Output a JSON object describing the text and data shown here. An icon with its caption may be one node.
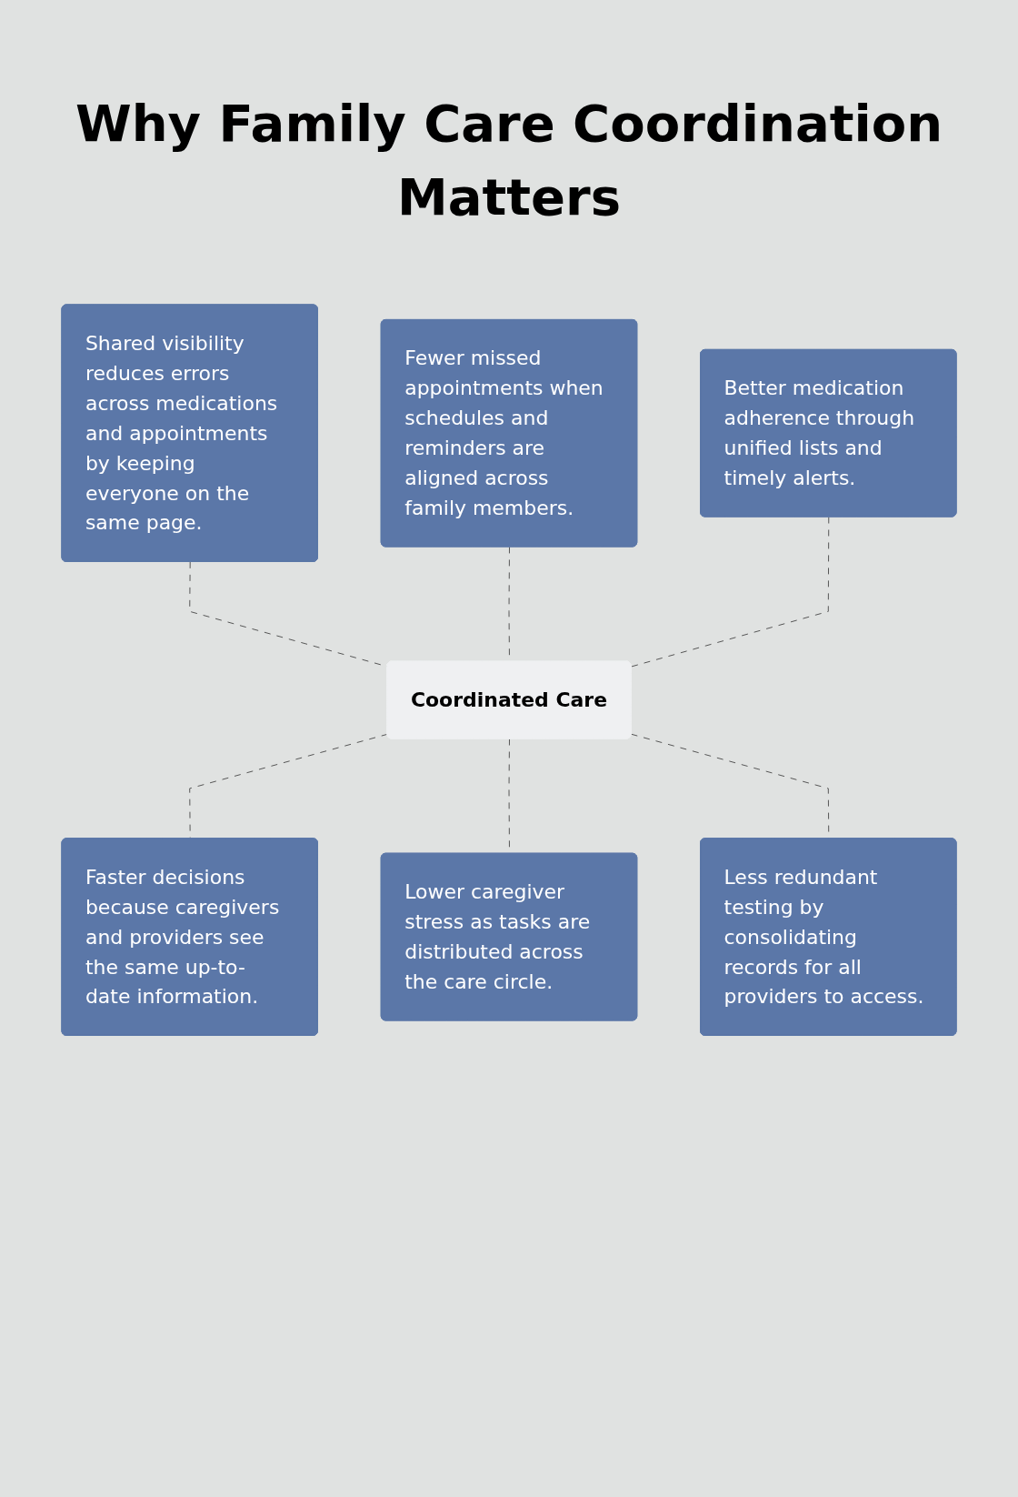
{
  "diagram": {
    "title": "Why Family Care Coordination Matters",
    "nodes": [
      {
        "text": [
          "Shared visibility reduces errors across medications and appointments by keeping everyone on the same page."
        ]
      },
      {
        "text": [
          "Fewer missed appointments when schedules and reminders are aligned across family members."
        ]
      },
      {
        "text": [
          "Better medication adherence through unified lists and timely alerts."
        ]
      },
      {
        "text": [
          "Coordinated Care"
        ]
      },
      {
        "text": [
          "Faster decisions because caregivers and providers see the same up-to-date information."
        ]
      },
      {
        "text": [
          "Lower caregiver stress as tasks are distributed across the care circle."
        ]
      },
      {
        "text": [
          "Less redundant testing by consolidating records for all providers to access."
        ]
      }
    ],
    "edges": [
      {
        "from": 0,
        "to": 3,
        "arrow": "none",
        "style": "dashed"
      },
      {
        "from": 1,
        "to": 3,
        "arrow": "none",
        "style": "dashed"
      },
      {
        "from": 2,
        "to": 3,
        "arrow": "none",
        "style": "dashed"
      },
      {
        "from": 3,
        "to": 4,
        "arrow": "none",
        "style": "dashed"
      },
      {
        "from": 3,
        "to": 5,
        "arrow": "none",
        "style": "dashed"
      },
      {
        "from": 3,
        "to": 6,
        "arrow": "none",
        "style": "dashed"
      }
    ]
  }
}
